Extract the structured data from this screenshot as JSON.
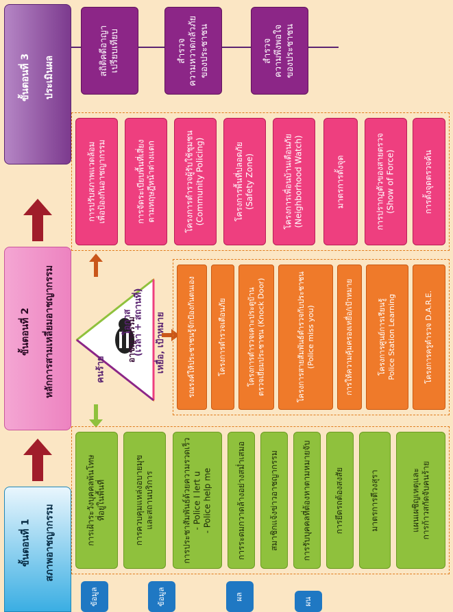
{
  "step1": {
    "title": "ขั้นตอนที่ 1",
    "subtitle": "สภาพอาชญากรรม"
  },
  "step2": {
    "title": "ขั้นตอนที่ 2",
    "subtitle": "หลักการสามเหลี่ยมอาชญากรรม"
  },
  "step3": {
    "title": "ขั้นตอนที่ 3",
    "subtitle": "ประเมินผล"
  },
  "step1_items": [
    "ข้อมูล",
    "ข้อมูล",
    "ผล",
    "ผน"
  ],
  "green_items": [
    "การเฝ้าระวังบุคคลพ้นโทษ\nที่อยู่ในพื้นที่",
    "การควบคุมแหล่งอบายมุข\nและสถานบริการ",
    "การประชาสัมพันธ์ด้วยความรวดเร็ว\n- Police I lert u\n- Police help me",
    "การระดมกวาดล้างอย่างสม่ำเสมอ",
    "สมาชิกแจ้งข่าวอาชญากรรม",
    "การรับบุคคลที่ต้องหาตามหมายจับ",
    "การยึดรถต้องสงสัย",
    "มาตรการตีวงสุรา",
    "แผนเผชิญเหตุและ\nการก้าวสกัดจับคนร้าย"
  ],
  "orange_items": [
    "รณรงค์ให้ประชาชนรู้จักป้องกันตนเอง",
    "โครงการตำรวจเตือนภัย",
    "โครงการตำรวจเคาะประตูบ้าน\nตรวจเยี่ยมประชาชน (Knock Door)",
    "โครงการสายสัมพันธ์ตำรวจกับประชาชน\n(Police miss you)",
    "การให้ความคุ้มครองเหยื่อ/เป้าหมาย",
    "โครงการศูนย์การเรียนรู้\nPolice Station Learning",
    "โครงการครูตำรวจ D.A.R.E."
  ],
  "pink_items": [
    "การปรับสภาพแวดล้อม\nเพื่อป้องกันอาชญากรรม",
    "การจัดระเบียบพื้นที่เสี่ยง\nตามทฤษฎีหน้าต่างแตก",
    "โครงการตำรวจผู้รับใช้ชุมชน\n(Community Policing)",
    "โครงการพื้นที่ปลอดภัย\n(Safety Zone)",
    "โครงการเพื่อนบ้านเตือนภัย\n(Neighborhood Watch)",
    "มาตรการตั้งจุด",
    "การปรากฏตัวของสายตรวจ\n(Show of Force)",
    "การตั้งจุดตรวจค้น"
  ],
  "purple_items": [
    "สถิติคดีอาญา\nเปรียบเทียบ",
    "สำรวจ\nความหวาดกลัวภัย\nของประชาชน",
    "สำรวจ\nความพึงพอใจ\nของประชาชน"
  ],
  "triangle": {
    "left": "คนร้าย",
    "top": "โอกาส\n(เวลา + สถานที่)",
    "bottom": "เหยื่อ, เป้าหมาย",
    "center": "อาชญากรรม"
  },
  "colors": {
    "green": "#8fc13d",
    "orange": "#ef7a2a",
    "pink": "#ee3f7f",
    "purple": "#8c2687",
    "arrow": "#a01d2a"
  }
}
